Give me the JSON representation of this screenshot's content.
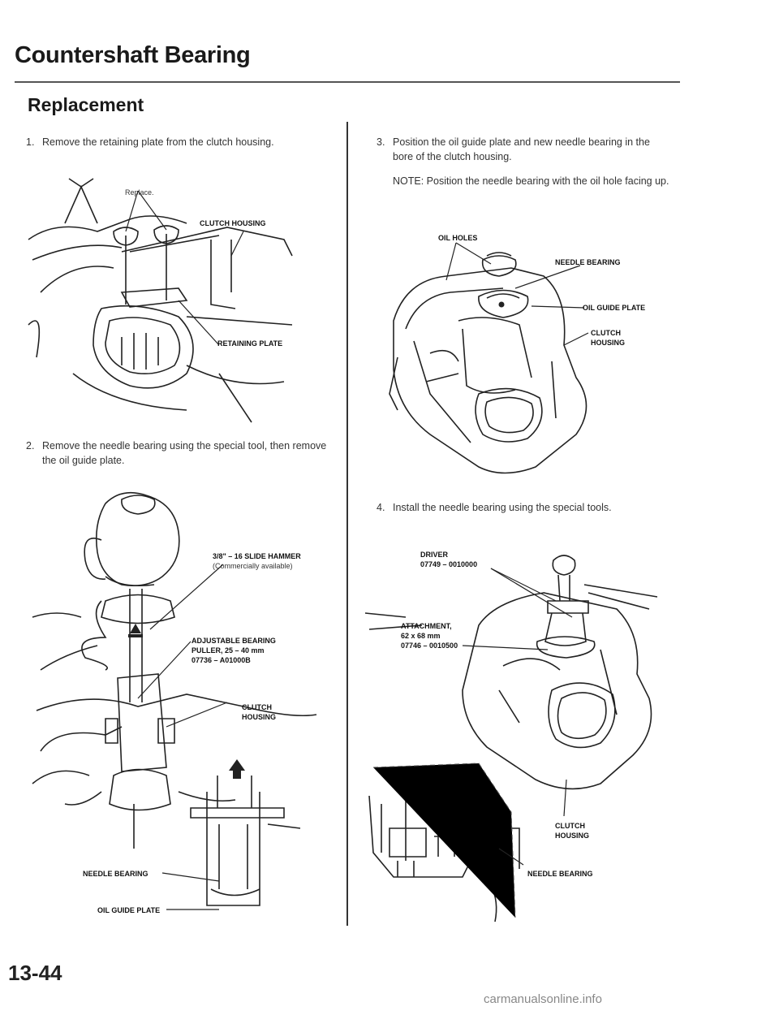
{
  "header": {
    "title": "Countershaft Bearing",
    "subtitle": "Replacement"
  },
  "steps": [
    {
      "number": "1.",
      "text": "Remove the retaining plate from the clutch housing."
    },
    {
      "number": "2.",
      "text": "Remove the needle bearing using the special tool, then remove the oil guide plate."
    },
    {
      "number": "3.",
      "text": "Position the oil guide plate and new needle bearing in the bore of the clutch housing."
    },
    {
      "number": "4.",
      "text": "Install the needle bearing using the special tools."
    }
  ],
  "note": "NOTE: Position the needle bearing with the oil hole facing up.",
  "figure1": {
    "replace": "Replace.",
    "clutch_housing": "CLUTCH HOUSING",
    "retaining_plate": "RETAINING PLATE"
  },
  "figure2": {
    "slide_hammer": "3/8\" – 16 SLIDE HAMMER",
    "slide_hammer_note": "(Commercially available)",
    "puller_line1": "ADJUSTABLE BEARING",
    "puller_line2": "PULLER, 25 – 40 mm",
    "puller_line3": "07736 – A01000B",
    "clutch_line1": "CLUTCH",
    "clutch_line2": "HOUSING",
    "needle_bearing": "NEEDLE BEARING",
    "oil_guide_plate": "OIL GUIDE PLATE"
  },
  "figure3": {
    "oil_holes": "OIL HOLES",
    "needle_bearing": "NEEDLE BEARING",
    "oil_guide_plate": "OIL GUIDE PLATE",
    "clutch_line1": "CLUTCH",
    "clutch_line2": "HOUSING"
  },
  "figure4": {
    "driver_line1": "DRIVER",
    "driver_line2": "07749 – 0010000",
    "attach_line1": "ATTACHMENT,",
    "attach_line2": "62 x 68 mm",
    "attach_line3": "07746 – 0010500",
    "clutch_line1": "CLUTCH",
    "clutch_line2": "HOUSING",
    "needle_bearing": "NEEDLE BEARING"
  },
  "footer": {
    "page_number": "13-44",
    "watermark": "carmanualsonline.info"
  }
}
